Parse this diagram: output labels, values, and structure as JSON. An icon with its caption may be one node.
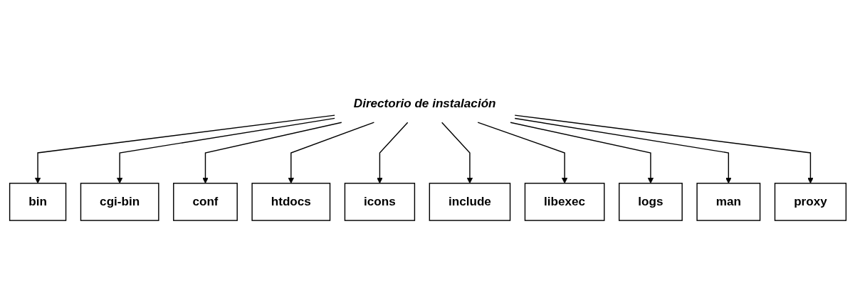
{
  "diagram": {
    "nodes": [
      {
        "text": [
          "Directorio de instalación"
        ]
      },
      {
        "text": [
          "bin"
        ]
      },
      {
        "text": [
          "cgi-bin"
        ]
      },
      {
        "text": [
          "conf"
        ]
      },
      {
        "text": [
          "htdocs"
        ]
      },
      {
        "text": [
          "icons"
        ]
      },
      {
        "text": [
          "include"
        ]
      },
      {
        "text": [
          "libexec"
        ]
      },
      {
        "text": [
          "logs"
        ]
      },
      {
        "text": [
          "man"
        ]
      },
      {
        "text": [
          "proxy"
        ]
      }
    ],
    "edges": [
      {
        "from": 0,
        "to": 1,
        "arrow": "to"
      },
      {
        "from": 0,
        "to": 2,
        "arrow": "to"
      },
      {
        "from": 0,
        "to": 3,
        "arrow": "to"
      },
      {
        "from": 0,
        "to": 4,
        "arrow": "to"
      },
      {
        "from": 0,
        "to": 5,
        "arrow": "to"
      },
      {
        "from": 0,
        "to": 6,
        "arrow": "to"
      },
      {
        "from": 0,
        "to": 7,
        "arrow": "to"
      },
      {
        "from": 0,
        "to": 8,
        "arrow": "to"
      },
      {
        "from": 0,
        "to": 9,
        "arrow": "to"
      },
      {
        "from": 0,
        "to": 10,
        "arrow": "to"
      }
    ]
  }
}
